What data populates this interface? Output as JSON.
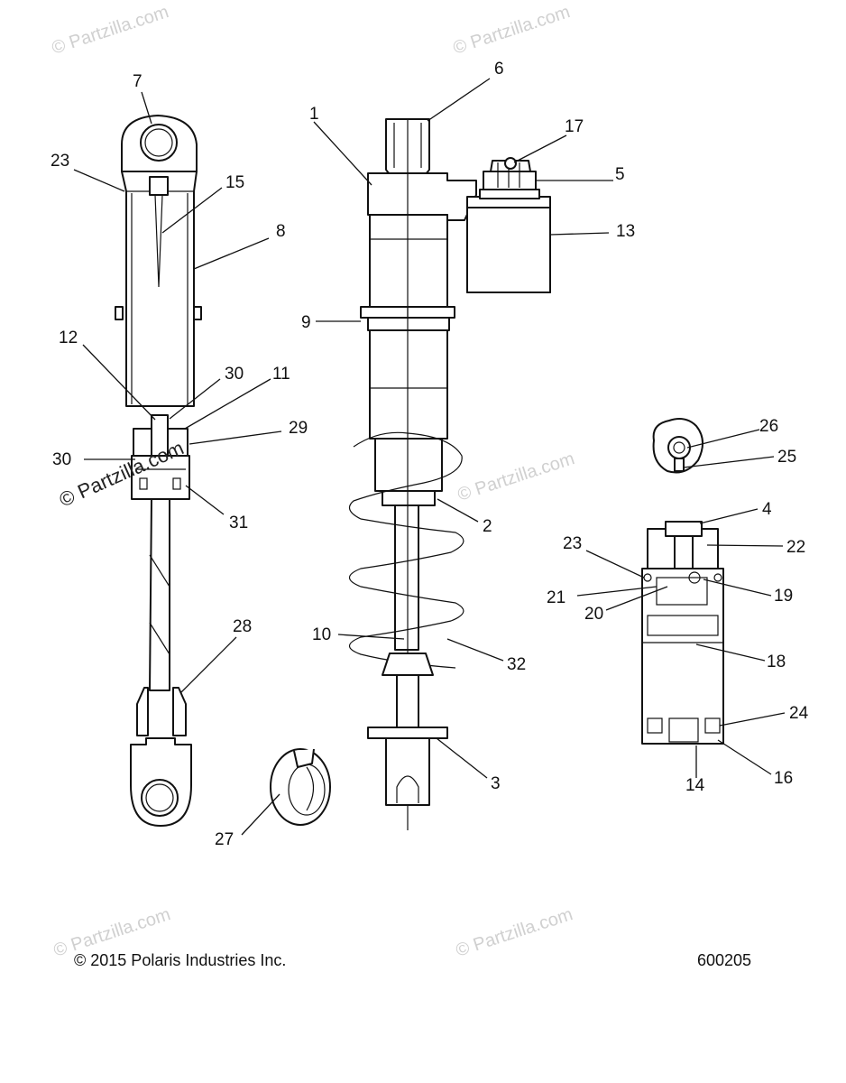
{
  "callouts": [
    {
      "id": "c1",
      "label": "1"
    },
    {
      "id": "c2",
      "label": "2"
    },
    {
      "id": "c3",
      "label": "3"
    },
    {
      "id": "c4",
      "label": "4"
    },
    {
      "id": "c5",
      "label": "5"
    },
    {
      "id": "c6",
      "label": "6"
    },
    {
      "id": "c7",
      "label": "7"
    },
    {
      "id": "c8",
      "label": "8"
    },
    {
      "id": "c9",
      "label": "9"
    },
    {
      "id": "c10",
      "label": "10"
    },
    {
      "id": "c11",
      "label": "11"
    },
    {
      "id": "c12",
      "label": "12"
    },
    {
      "id": "c13",
      "label": "13"
    },
    {
      "id": "c14",
      "label": "14"
    },
    {
      "id": "c15",
      "label": "15"
    },
    {
      "id": "c16",
      "label": "16"
    },
    {
      "id": "c17",
      "label": "17"
    },
    {
      "id": "c18",
      "label": "18"
    },
    {
      "id": "c19",
      "label": "19"
    },
    {
      "id": "c20",
      "label": "20"
    },
    {
      "id": "c21",
      "label": "21"
    },
    {
      "id": "c22",
      "label": "22"
    },
    {
      "id": "c23a",
      "label": "23"
    },
    {
      "id": "c23b",
      "label": "23"
    },
    {
      "id": "c24",
      "label": "24"
    },
    {
      "id": "c25",
      "label": "25"
    },
    {
      "id": "c26",
      "label": "26"
    },
    {
      "id": "c27",
      "label": "27"
    },
    {
      "id": "c28",
      "label": "28"
    },
    {
      "id": "c29",
      "label": "29"
    },
    {
      "id": "c30a",
      "label": "30"
    },
    {
      "id": "c30b",
      "label": "30"
    },
    {
      "id": "c31",
      "label": "31"
    },
    {
      "id": "c32",
      "label": "32"
    }
  ],
  "watermark": {
    "text": "© Partzilla.com",
    "prominent_text": "© Partzilla.com"
  },
  "footer": {
    "copyright": "© 2015 Polaris Industries Inc.",
    "code": "600205"
  }
}
